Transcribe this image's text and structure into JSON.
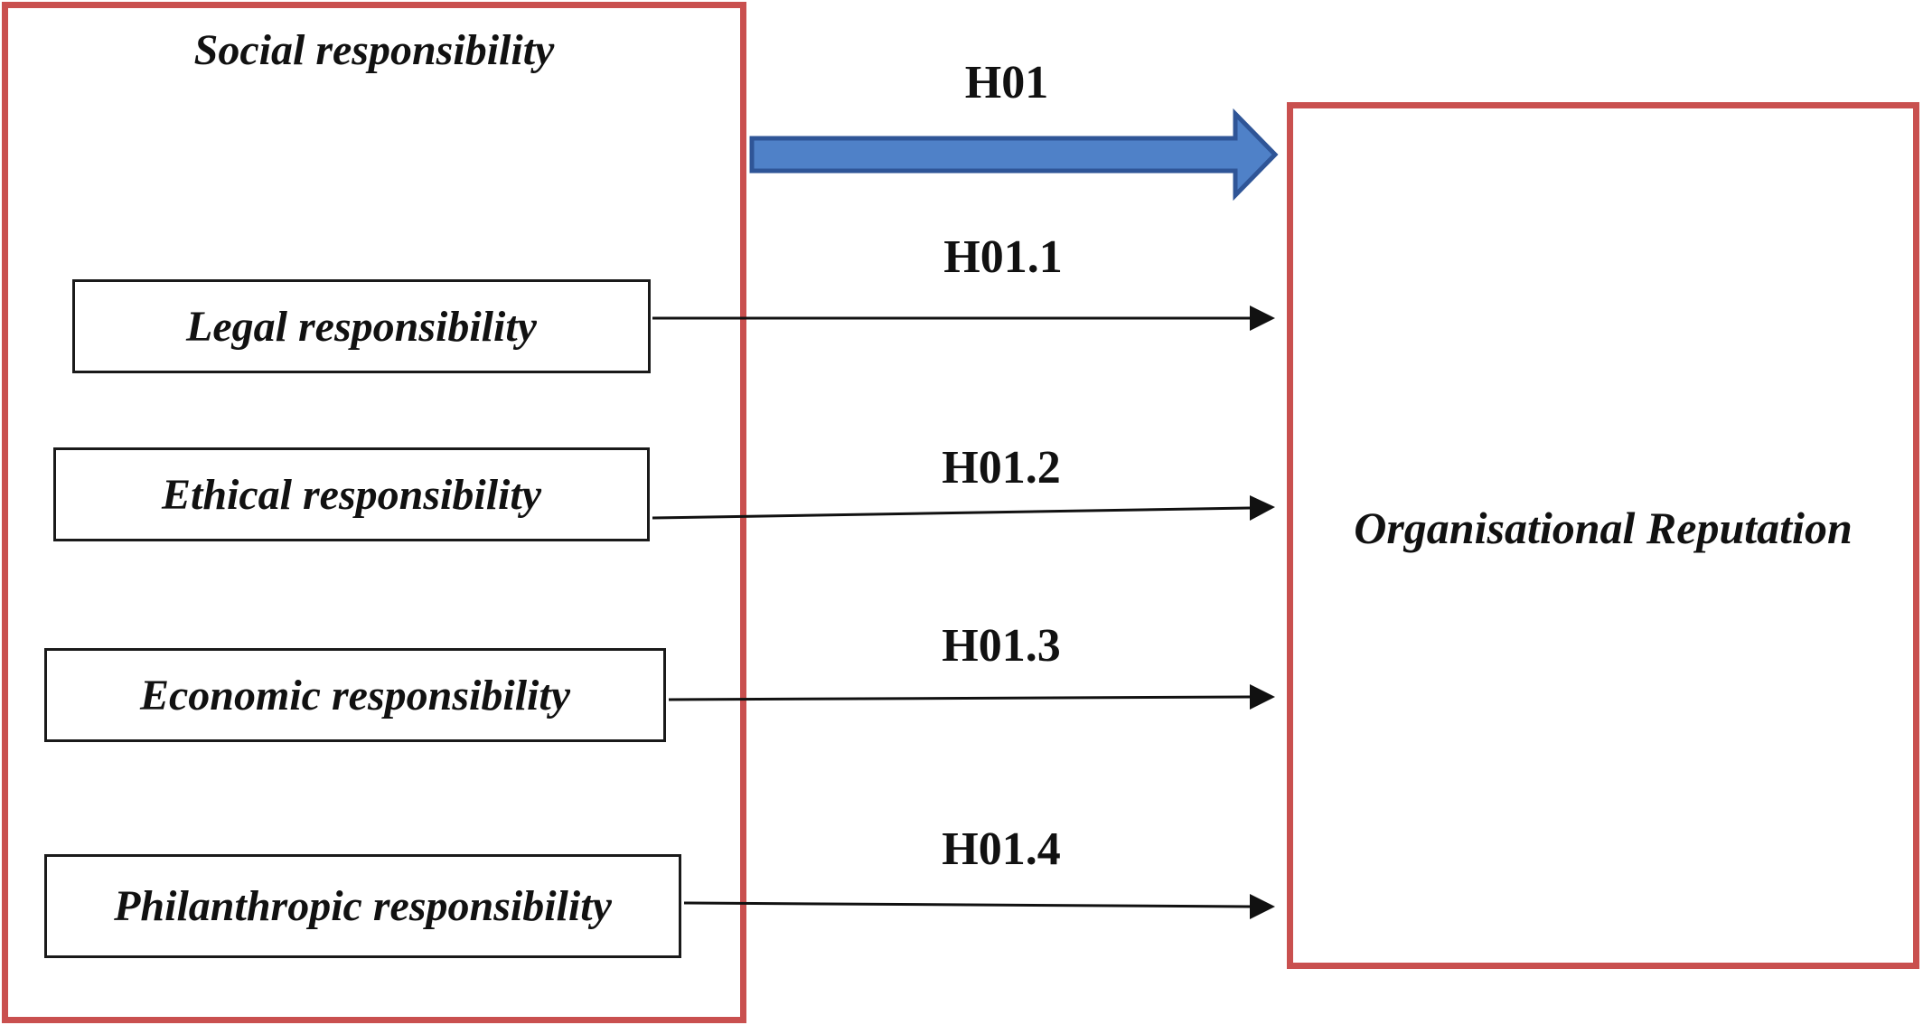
{
  "group": {
    "title": "Social responsibility",
    "items": [
      {
        "label": "Legal responsibility"
      },
      {
        "label": "Ethical responsibility"
      },
      {
        "label": "Economic responsibility"
      },
      {
        "label": "Philanthropic responsibility"
      }
    ]
  },
  "outcome": {
    "label": "Organisational Reputation"
  },
  "hypotheses": {
    "main": "H01",
    "sub": [
      "H01.1",
      "H01.2",
      "H01.3",
      "H01.4"
    ]
  },
  "colors": {
    "group_border": "#c9504f",
    "main_arrow_fill": "#4f81c8",
    "main_arrow_stroke": "#2f5597",
    "line": "#111111"
  }
}
